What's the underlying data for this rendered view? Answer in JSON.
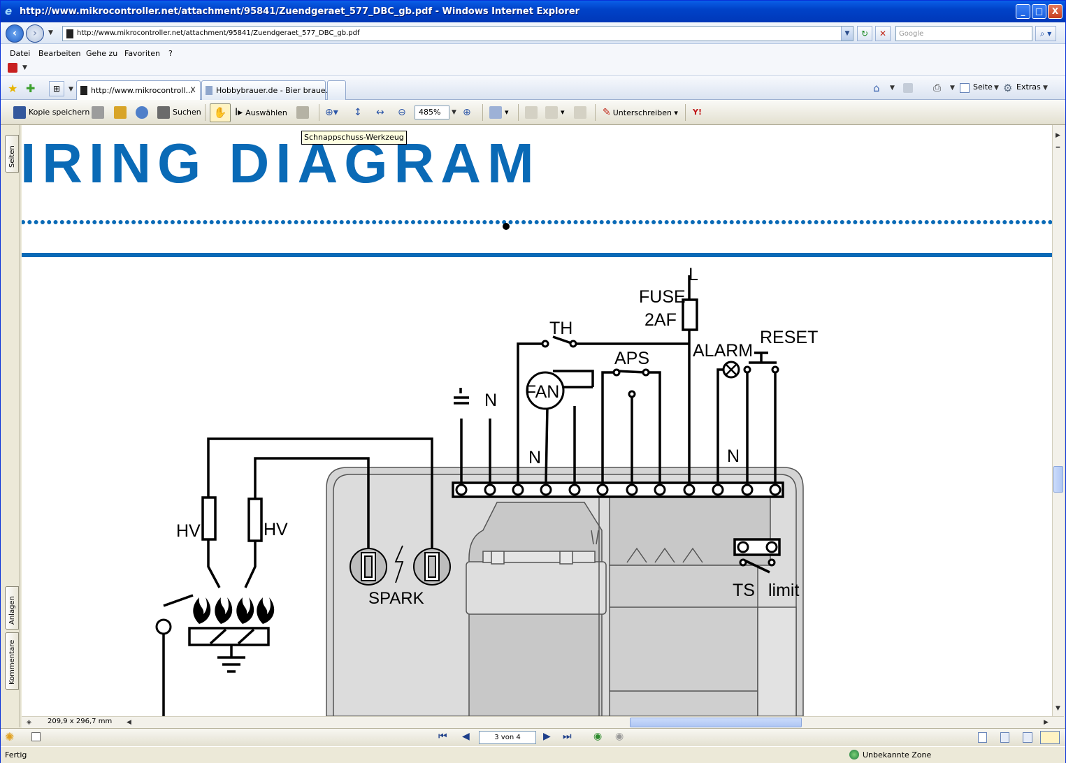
{
  "window": {
    "title": "http://www.mikrocontroller.net/attachment/95841/Zuendgeraet_577_DBC_gb.pdf - Windows Internet Explorer",
    "min_label": "_",
    "max_label": "□",
    "close_label": "X"
  },
  "address_bar": {
    "url": "http://www.mikrocontroller.net/attachment/95841/Zuendgeraet_577_DBC_gb.pdf",
    "search_placeholder": "Google"
  },
  "menu": {
    "items": [
      "Datei",
      "Bearbeiten",
      "Gehe zu",
      "Favoriten",
      "?"
    ]
  },
  "tabs": [
    {
      "label": "http://www.mikrocontroll...",
      "active": true,
      "close": "x"
    },
    {
      "label": "Hobbybrauer.de - Bier braue...",
      "active": false
    }
  ],
  "command_bar": {
    "seite": "Seite",
    "extras": "Extras"
  },
  "acrobat_toolbar": {
    "save_copy": "Kopie speichern",
    "search": "Suchen",
    "select": "Auswählen",
    "zoom_value": "485%",
    "sign": "Unterschreiben",
    "tooltip": "Schnappschuss-Werkzeug"
  },
  "side_tabs": {
    "pages": "Seiten",
    "attachments": "Anlagen",
    "comments": "Kommentare"
  },
  "document": {
    "heading": "IRING DIAGRAM",
    "labels": {
      "L": "L",
      "fuse1": "FUSE",
      "fuse2": "2AF",
      "th": "TH",
      "reset": "RESET",
      "aps": "APS",
      "alarm": "ALARM",
      "fan": "FAN",
      "n1": "N",
      "n2": "N",
      "n3": "N",
      "hv1": "HV",
      "hv2": "HV",
      "spark": "SPARK",
      "ts": "TS",
      "limit": "limit"
    },
    "accent_color": "#0A6AB6"
  },
  "bottom": {
    "page_size": "209,9 x 296,7 mm",
    "page_indicator": "3 von 4"
  },
  "status_bar": {
    "status": "Fertig",
    "zone": "Unbekannte Zone"
  }
}
